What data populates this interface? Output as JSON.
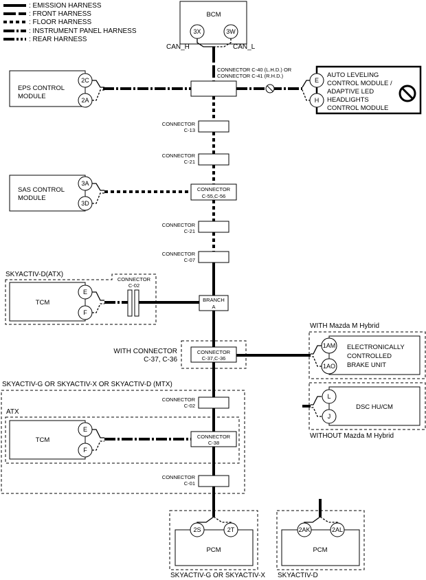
{
  "legend": [
    {
      "label": ": EMISSION HARNESS",
      "style": "solid"
    },
    {
      "label": ": FRONT HARNESS",
      "style": "front"
    },
    {
      "label": ": FLOOR HARNESS",
      "style": "floor"
    },
    {
      "label": ": INSTRUMENT PANEL HARNESS",
      "style": "ip"
    },
    {
      "label": ": REAR HARNESS",
      "style": "rear"
    }
  ],
  "bcm": {
    "title": "BCM",
    "pin_h": "3X",
    "pin_l": "3W",
    "can_h": "CAN_H",
    "can_l": "CAN_L"
  },
  "eps": {
    "line1": "EPS CONTROL",
    "line2": "MODULE",
    "pin1": "2C",
    "pin2": "2A"
  },
  "conn_c40": {
    "line1": "CONNECTOR C-40 (L.H.D.) OR",
    "line2": "CONNECTOR C-41 (R.H.D.)"
  },
  "auto_level": {
    "lines": [
      "AUTO LEVELING",
      "CONTROL MODULE /",
      "ADAPTIVE LED",
      "HEADLIGHTS",
      "CONTROL MODULE"
    ],
    "pin1": "E",
    "pin2": "H"
  },
  "c13": {
    "line1": "CONNECTOR",
    "line2": "C-13"
  },
  "c21a": {
    "line1": "CONNECTOR",
    "line2": "C-21"
  },
  "sas": {
    "line1": "SAS CONTROL",
    "line2": "MODULE",
    "pin1": "3A",
    "pin2": "3D"
  },
  "c55": {
    "line1": "CONNECTOR",
    "line2": "C-55,C-56"
  },
  "c21b": {
    "line1": "CONNECTOR",
    "line2": "C-21"
  },
  "c07": {
    "line1": "CONNECTOR",
    "line2": "C-07"
  },
  "sky_d_atx": {
    "label": "SKYACTIV-D(ATX)",
    "tcm": "TCM",
    "pin1": "E",
    "pin2": "F",
    "conn_line1": "CONNECTOR",
    "conn_line2": "C-02"
  },
  "branch": {
    "line1": "BRANCH",
    "line2": "A"
  },
  "mhybrid": {
    "label": "WITH Mazda M Hybrid",
    "pin1": "1AM",
    "pin2": "1AO",
    "lines": [
      "ELECTRONICALLY",
      "CONTROLLED",
      "BRAKE UNIT"
    ]
  },
  "with_conn": {
    "line1": "WITH CONNECTOR",
    "line2": "C-37, C-36",
    "box1": "CONNECTOR",
    "box2": "C-37,C-36"
  },
  "dsc": {
    "title": "DSC HU/CM",
    "pin1": "L",
    "pin2": "J",
    "label": "WITHOUT Mazda M Hybrid"
  },
  "group_g": {
    "label": "SKYACTIV-G OR SKYACTIV-X OR SKYACTIV-D (MTX)"
  },
  "c02": {
    "line1": "CONNECTOR",
    "line2": "C-02"
  },
  "atx": {
    "label": "ATX",
    "tcm": "TCM",
    "pin1": "E",
    "pin2": "F",
    "conn_line1": "CONNECTOR",
    "conn_line2": "C-38"
  },
  "c01": {
    "line1": "CONNECTOR",
    "line2": "C-01"
  },
  "pcm_g": {
    "title": "PCM",
    "pin1": "2S",
    "pin2": "2T",
    "label": "SKYACTIV-G OR SKYACTIV-X"
  },
  "pcm_d": {
    "title": "PCM",
    "pin1": "2AK",
    "pin2": "2AL",
    "label": "SKYACTIV-D"
  }
}
